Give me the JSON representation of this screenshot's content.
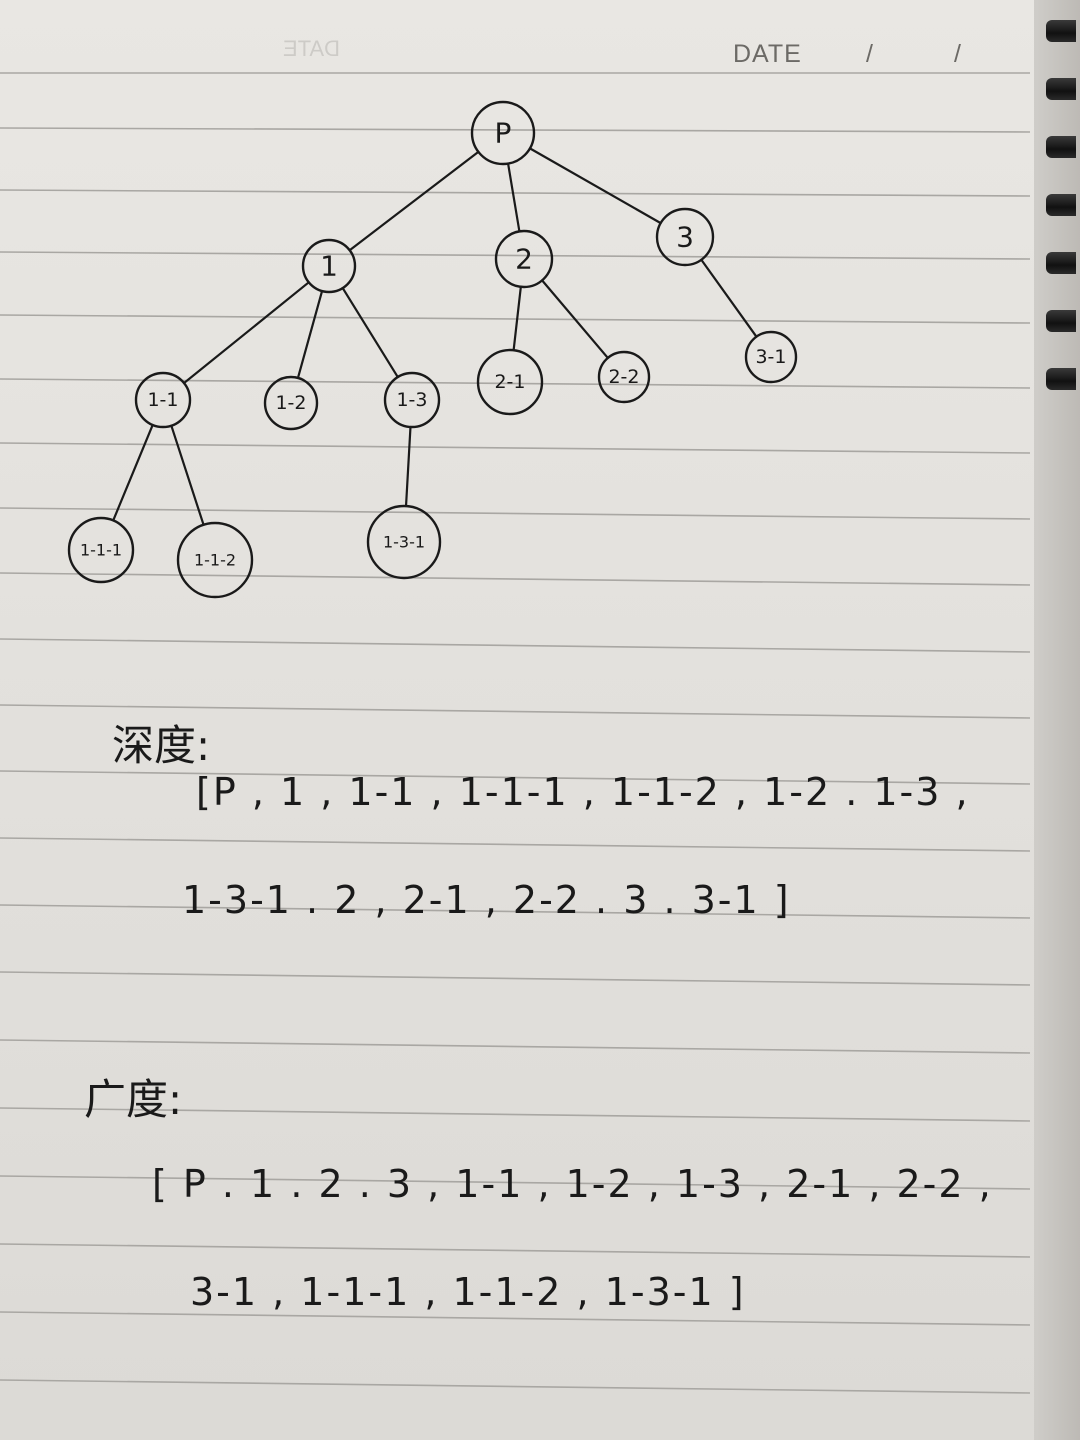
{
  "notebook": {
    "date_label": "DATE",
    "date_separator": "/",
    "ghost_text": "DATE"
  },
  "tree": {
    "nodes": [
      {
        "id": "P",
        "label": "P"
      },
      {
        "id": "1",
        "label": "1"
      },
      {
        "id": "2",
        "label": "2"
      },
      {
        "id": "3",
        "label": "3"
      },
      {
        "id": "1-1",
        "label": "1-1"
      },
      {
        "id": "1-2",
        "label": "1-2"
      },
      {
        "id": "1-3",
        "label": "1-3"
      },
      {
        "id": "2-1",
        "label": "2-1"
      },
      {
        "id": "2-2",
        "label": "2-2"
      },
      {
        "id": "3-1",
        "label": "3-1"
      },
      {
        "id": "1-1-1",
        "label": "1-1-1"
      },
      {
        "id": "1-1-2",
        "label": "1-1-2"
      },
      {
        "id": "1-3-1",
        "label": "1-3-1"
      }
    ],
    "edges": [
      [
        "P",
        "1"
      ],
      [
        "P",
        "2"
      ],
      [
        "P",
        "3"
      ],
      [
        "1",
        "1-1"
      ],
      [
        "1",
        "1-2"
      ],
      [
        "1",
        "1-3"
      ],
      [
        "2",
        "2-1"
      ],
      [
        "2",
        "2-2"
      ],
      [
        "3",
        "3-1"
      ],
      [
        "1-1",
        "1-1-1"
      ],
      [
        "1-1",
        "1-1-2"
      ],
      [
        "1-3",
        "1-3-1"
      ]
    ]
  },
  "depth_first": {
    "heading": "深度:",
    "line1": "[P , 1 , 1-1 , 1-1-1 , 1-1-2 ,  1-2 . 1-3 ,",
    "line2": "1-3-1 .  2 , 2-1 , 2-2 .  3 . 3-1 ]"
  },
  "breadth_first": {
    "heading": "广度:",
    "line1": "[ P . 1 . 2 . 3  ,  1-1 , 1-2 , 1-3 , 2-1 , 2-2 ,",
    "line2": "3-1 , 1-1-1 ,  1-1-2 , 1-3-1 ]"
  }
}
